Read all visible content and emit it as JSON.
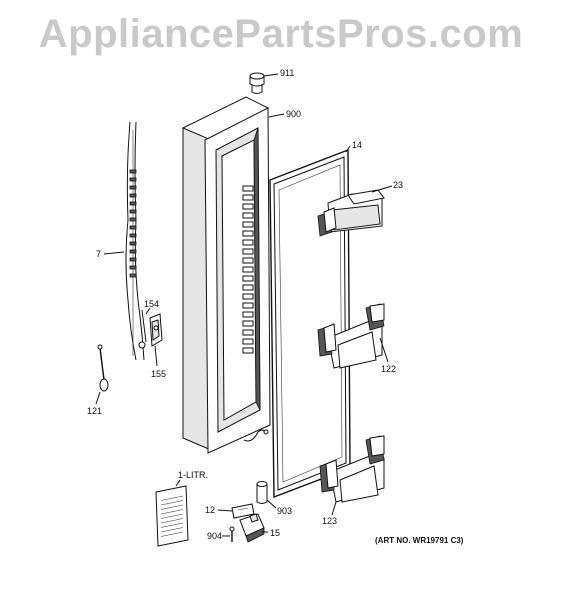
{
  "watermark": "AppliancePartsPros.com",
  "art_number": "(ART NO. WR19791 C3)",
  "callouts": {
    "p911": "911",
    "p900": "900",
    "p14": "14",
    "p23": "23",
    "p7": "7",
    "p154": "154",
    "p155": "155",
    "p121": "121",
    "p122": "122",
    "p123": "123",
    "p1litr": "1-LITR.",
    "p12": "12",
    "p903": "903",
    "p904": "904",
    "p15": "15"
  }
}
